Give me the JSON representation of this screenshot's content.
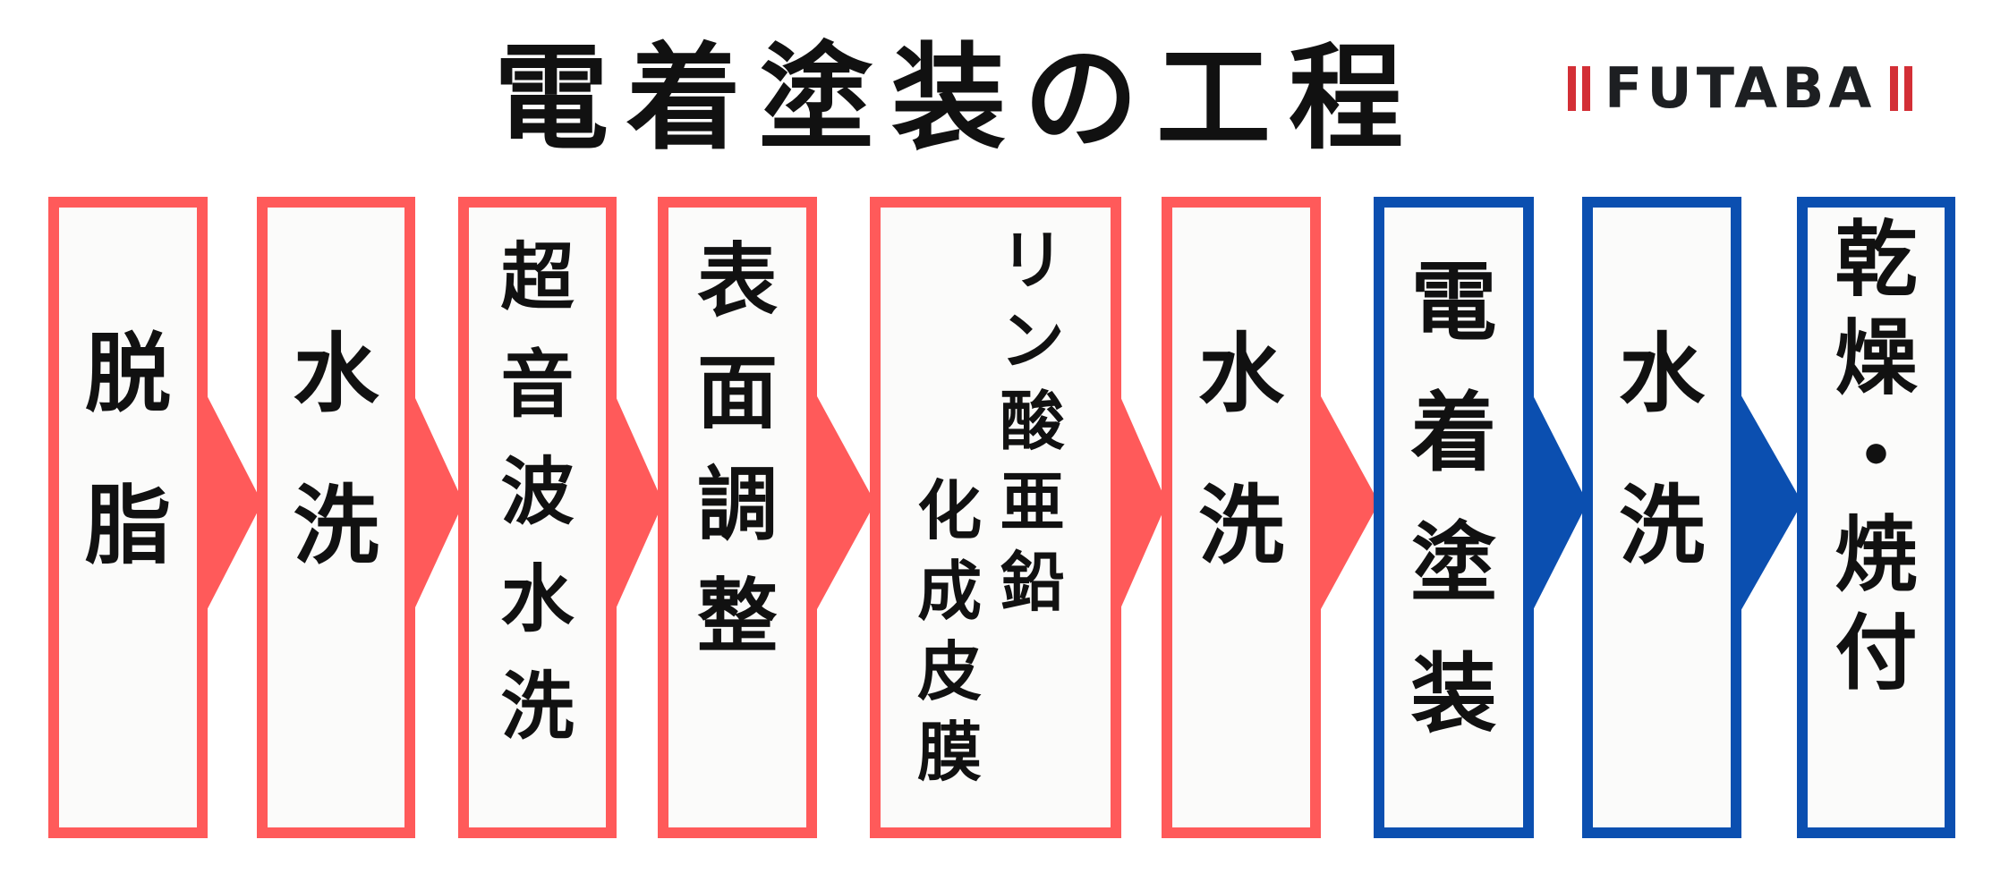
{
  "title": "電着塗装の工程",
  "brand": {
    "name": "FUTABA"
  },
  "colors": {
    "pretreatment": "#ff5a5a",
    "coating": "#0b4fb0",
    "box_fill": "#fbfbfa",
    "text": "#111111"
  },
  "steps": [
    {
      "label": "脱脂",
      "group": "pretreatment"
    },
    {
      "label": "水洗",
      "group": "pretreatment"
    },
    {
      "label": "超音波水洗",
      "group": "pretreatment"
    },
    {
      "label": "表面調整",
      "group": "pretreatment"
    },
    {
      "label": "リン酸亜鉛化成皮膜",
      "lines": [
        "リン酸亜鉛",
        "化成皮膜"
      ],
      "group": "pretreatment"
    },
    {
      "label": "水洗",
      "group": "pretreatment"
    },
    {
      "label": "電着塗装",
      "group": "coating"
    },
    {
      "label": "水洗",
      "group": "coating"
    },
    {
      "label": "乾燥・焼付",
      "group": "coating"
    }
  ]
}
